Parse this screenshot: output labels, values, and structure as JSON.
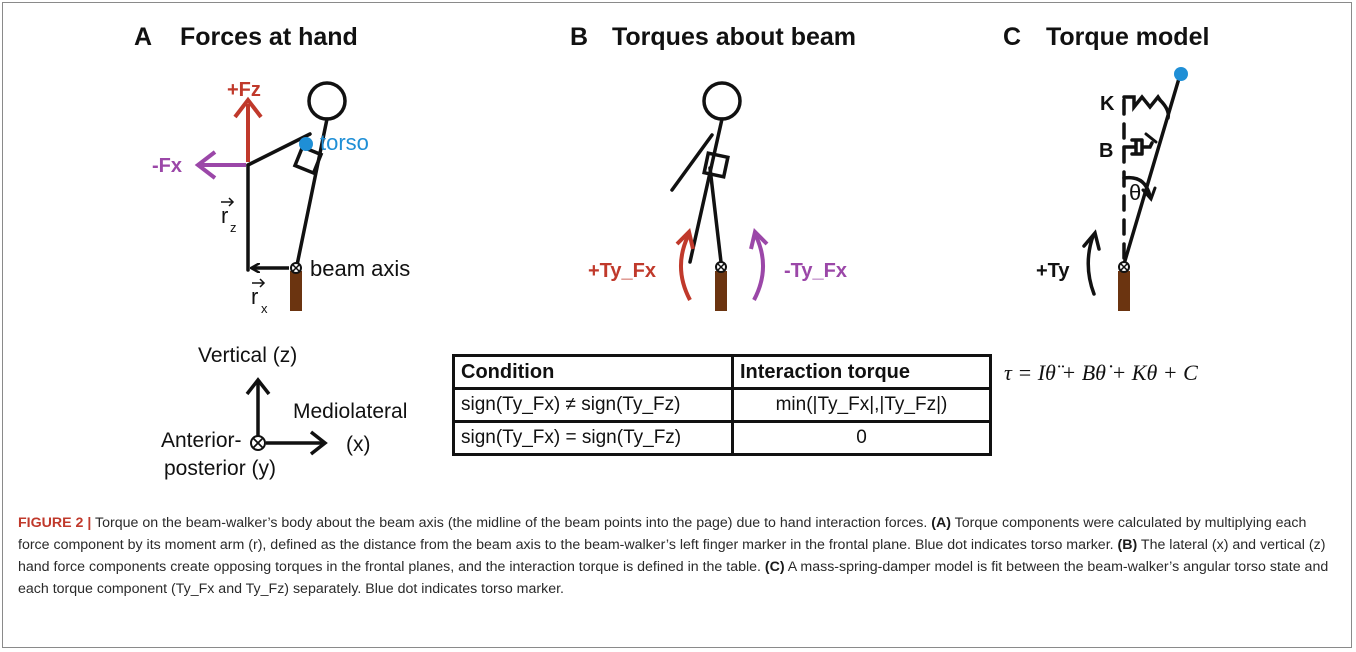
{
  "panels": {
    "a": {
      "letter": "A",
      "title": "Forces at hand"
    },
    "b": {
      "letter": "B",
      "title": "Torques about beam"
    },
    "c": {
      "letter": "C",
      "title": "Torque model"
    }
  },
  "panel_a": {
    "fz": "+Fz",
    "fx": "-Fx",
    "torso": "torso",
    "rz_main": "r",
    "rz_sub": "z",
    "rx_main": "r",
    "rx_sub": "x",
    "beam_axis": "beam axis",
    "vertical": "Vertical (z)",
    "mediolateral": "Mediolateral",
    "x_unit": "(x)",
    "anterior": "Anterior-",
    "posterior": "posterior (y)"
  },
  "panel_b": {
    "pos_torque": "+Ty_Fx",
    "neg_torque": "-Ty_Fx"
  },
  "table": {
    "headers": [
      "Condition",
      "Interaction torque"
    ],
    "rows": [
      [
        "sign(Ty_Fx) ≠ sign(Ty_Fz)",
        "min(|Ty_Fx|,|Ty_Fz|)"
      ],
      [
        "sign(Ty_Fx) = sign(Ty_Fz)",
        "0"
      ]
    ]
  },
  "panel_c": {
    "k": "K",
    "b": "B",
    "theta": "θ",
    "ty": "+Ty",
    "equation": "τ = Iθ̈ + Bθ̇ + Kθ + C"
  },
  "caption": {
    "label": "FIGURE 2 |",
    "intro": " Torque on the beam-walker’s body about the beam axis (the midline of the beam points into the page) due to hand interaction forces. ",
    "a_label": "(A)",
    "a_text": " Torque components were calculated by multiplying each force component by its moment arm (r), defined as the distance from the beam axis to the beam-walker’s left finger marker in the frontal plane. Blue dot indicates torso marker. ",
    "b_label": "(B)",
    "b_text": " The lateral (x) and vertical (z) hand force components create opposing torques in the frontal planes, and the interaction torque is defined in the table. ",
    "c_label": "(C)",
    "c_text": " A mass-spring-damper model is fit between the beam-walker’s angular torso state and each torque component (Ty_Fx and Ty_Fz) separately. Blue dot indicates torso marker."
  },
  "colors": {
    "red": "#c0392b",
    "purple": "#9b47a8",
    "blue": "#1f8fd6",
    "beam": "#6b3410",
    "black": "#111111"
  }
}
